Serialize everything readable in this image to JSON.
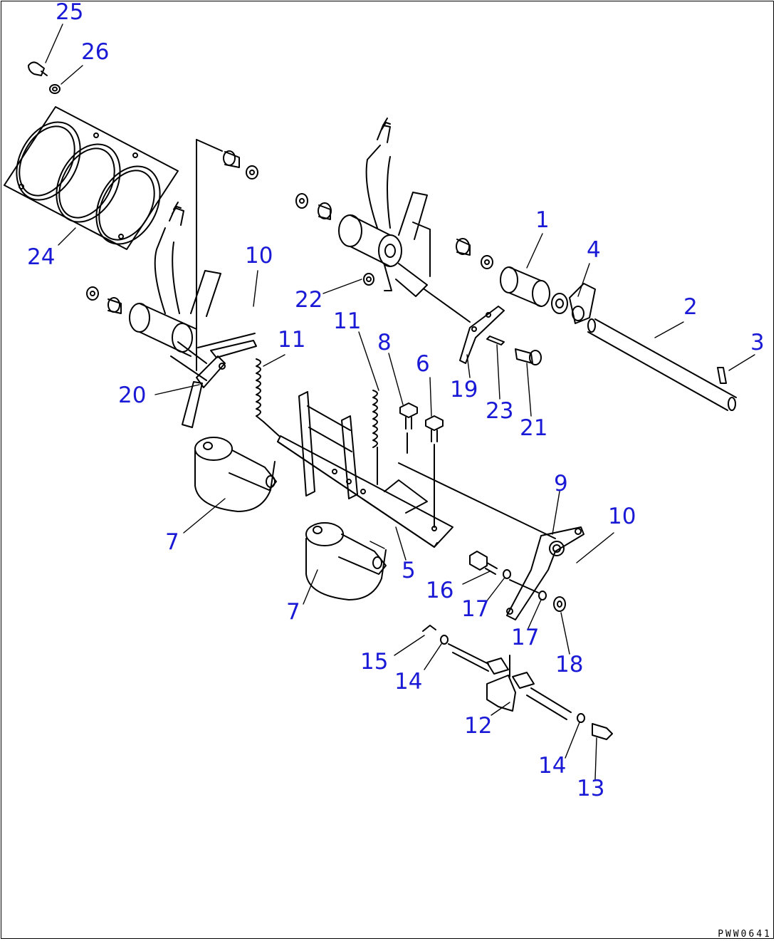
{
  "colors": {
    "callout": "#1a1ad6",
    "line": "#000000",
    "background": "#ffffff"
  },
  "callouts": [
    {
      "id": "c25",
      "text": "25"
    },
    {
      "id": "c26",
      "text": "26"
    },
    {
      "id": "c24",
      "text": "24"
    },
    {
      "id": "c10a",
      "text": "10"
    },
    {
      "id": "c22",
      "text": "22"
    },
    {
      "id": "c1",
      "text": "1"
    },
    {
      "id": "c4",
      "text": "4"
    },
    {
      "id": "c2",
      "text": "2"
    },
    {
      "id": "c3",
      "text": "3"
    },
    {
      "id": "c11a",
      "text": "11"
    },
    {
      "id": "c11b",
      "text": "11"
    },
    {
      "id": "c8",
      "text": "8"
    },
    {
      "id": "c6",
      "text": "6"
    },
    {
      "id": "c19",
      "text": "19"
    },
    {
      "id": "c23",
      "text": "23"
    },
    {
      "id": "c21",
      "text": "21"
    },
    {
      "id": "c20",
      "text": "20"
    },
    {
      "id": "c7a",
      "text": "7"
    },
    {
      "id": "c9",
      "text": "9"
    },
    {
      "id": "c10b",
      "text": "10"
    },
    {
      "id": "c5",
      "text": "5"
    },
    {
      "id": "c16",
      "text": "16"
    },
    {
      "id": "c17a",
      "text": "17"
    },
    {
      "id": "c7b",
      "text": "7"
    },
    {
      "id": "c17b",
      "text": "17"
    },
    {
      "id": "c18",
      "text": "18"
    },
    {
      "id": "c15",
      "text": "15"
    },
    {
      "id": "c14a",
      "text": "14"
    },
    {
      "id": "c12",
      "text": "12"
    },
    {
      "id": "c14b",
      "text": "14"
    },
    {
      "id": "c13",
      "text": "13"
    }
  ],
  "drawing_code": "PWW0641"
}
